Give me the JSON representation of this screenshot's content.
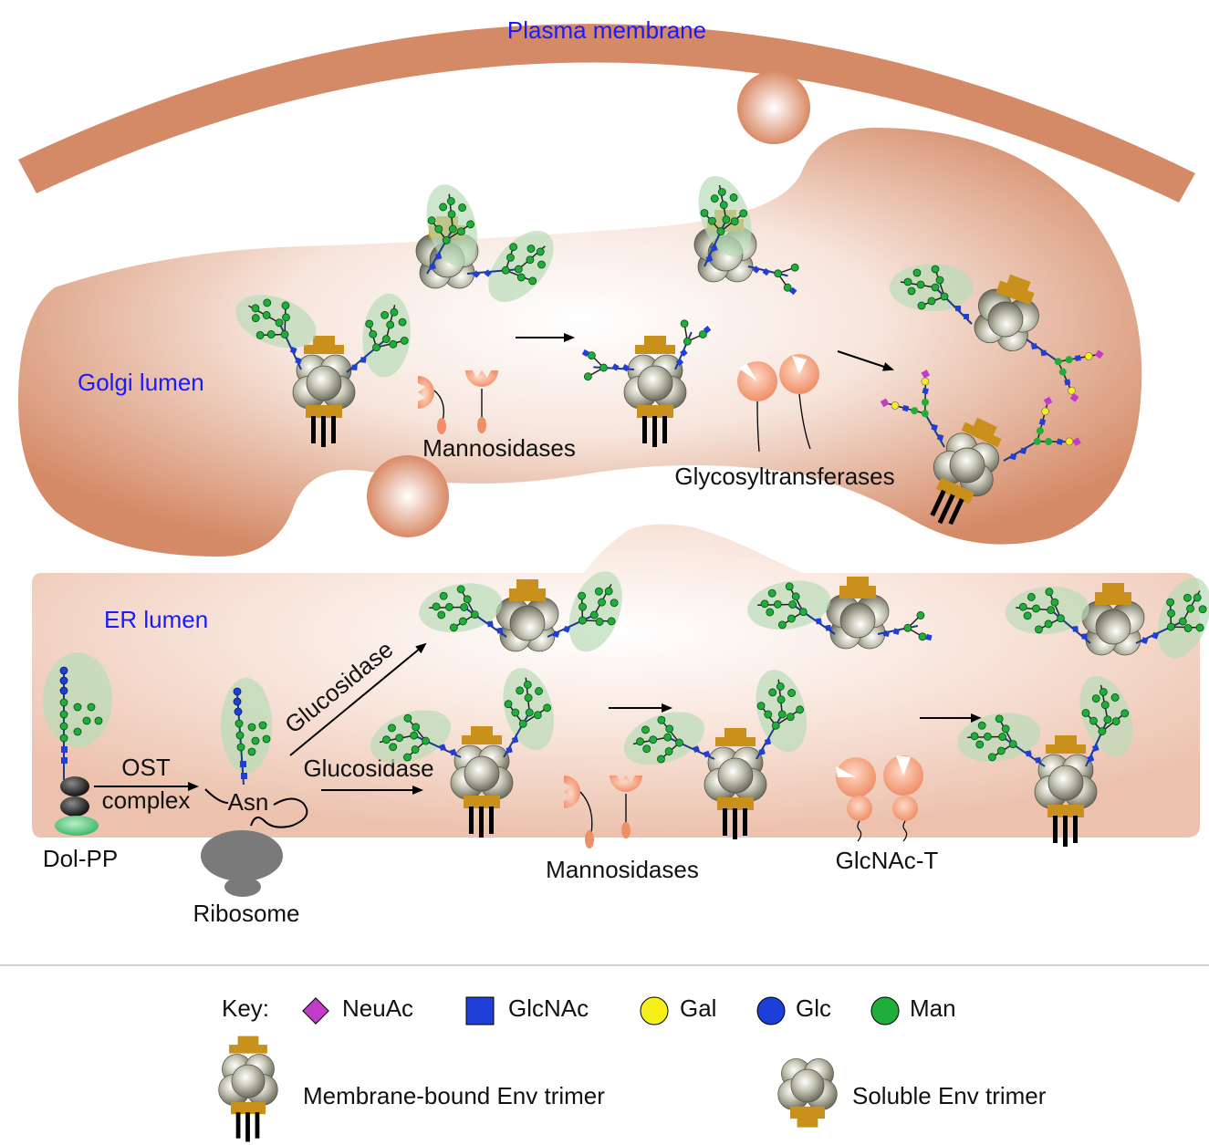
{
  "compartments": {
    "plasma_membrane": "Plasma membrane",
    "golgi": "Golgi lumen",
    "er": "ER lumen"
  },
  "labels": {
    "golgi_mannosidases": "Mannosidases",
    "glycosyltransferases": "Glycosyltransferases",
    "ost": "OST",
    "complex": "complex",
    "asn": "Asn",
    "dol_pp": "Dol-PP",
    "ribosome": "Ribosome",
    "glucosidase_upper": "Glucosidase",
    "glucosidase_lower": "Glucosidase",
    "er_mannosidases": "Mannosidases",
    "glcnac_t": "GlcNAc-T"
  },
  "key": {
    "title": "Key:",
    "items": [
      {
        "label": "NeuAc",
        "shape": "diamond",
        "color": "#c23cc8"
      },
      {
        "label": "GlcNAc",
        "shape": "square",
        "color": "#1f3fd6"
      },
      {
        "label": "Gal",
        "shape": "circle",
        "color": "#f5ef1a"
      },
      {
        "label": "Glc",
        "shape": "circle",
        "color": "#1c3fd8"
      },
      {
        "label": "Man",
        "shape": "circle",
        "color": "#1fae3a"
      }
    ],
    "membrane_trimer": "Membrane-bound Env trimer",
    "soluble_trimer": "Soluble Env trimer"
  },
  "colors": {
    "membrane": "#d48a66",
    "golgi": "#d48a66",
    "er": "#f0cdbd",
    "enzyme": "#f2a07d",
    "trimer": "#9c9c8a",
    "stalk": "#c9911c",
    "label_blue": "#1a1aff",
    "glycan_halo": "#b9dcb8"
  }
}
